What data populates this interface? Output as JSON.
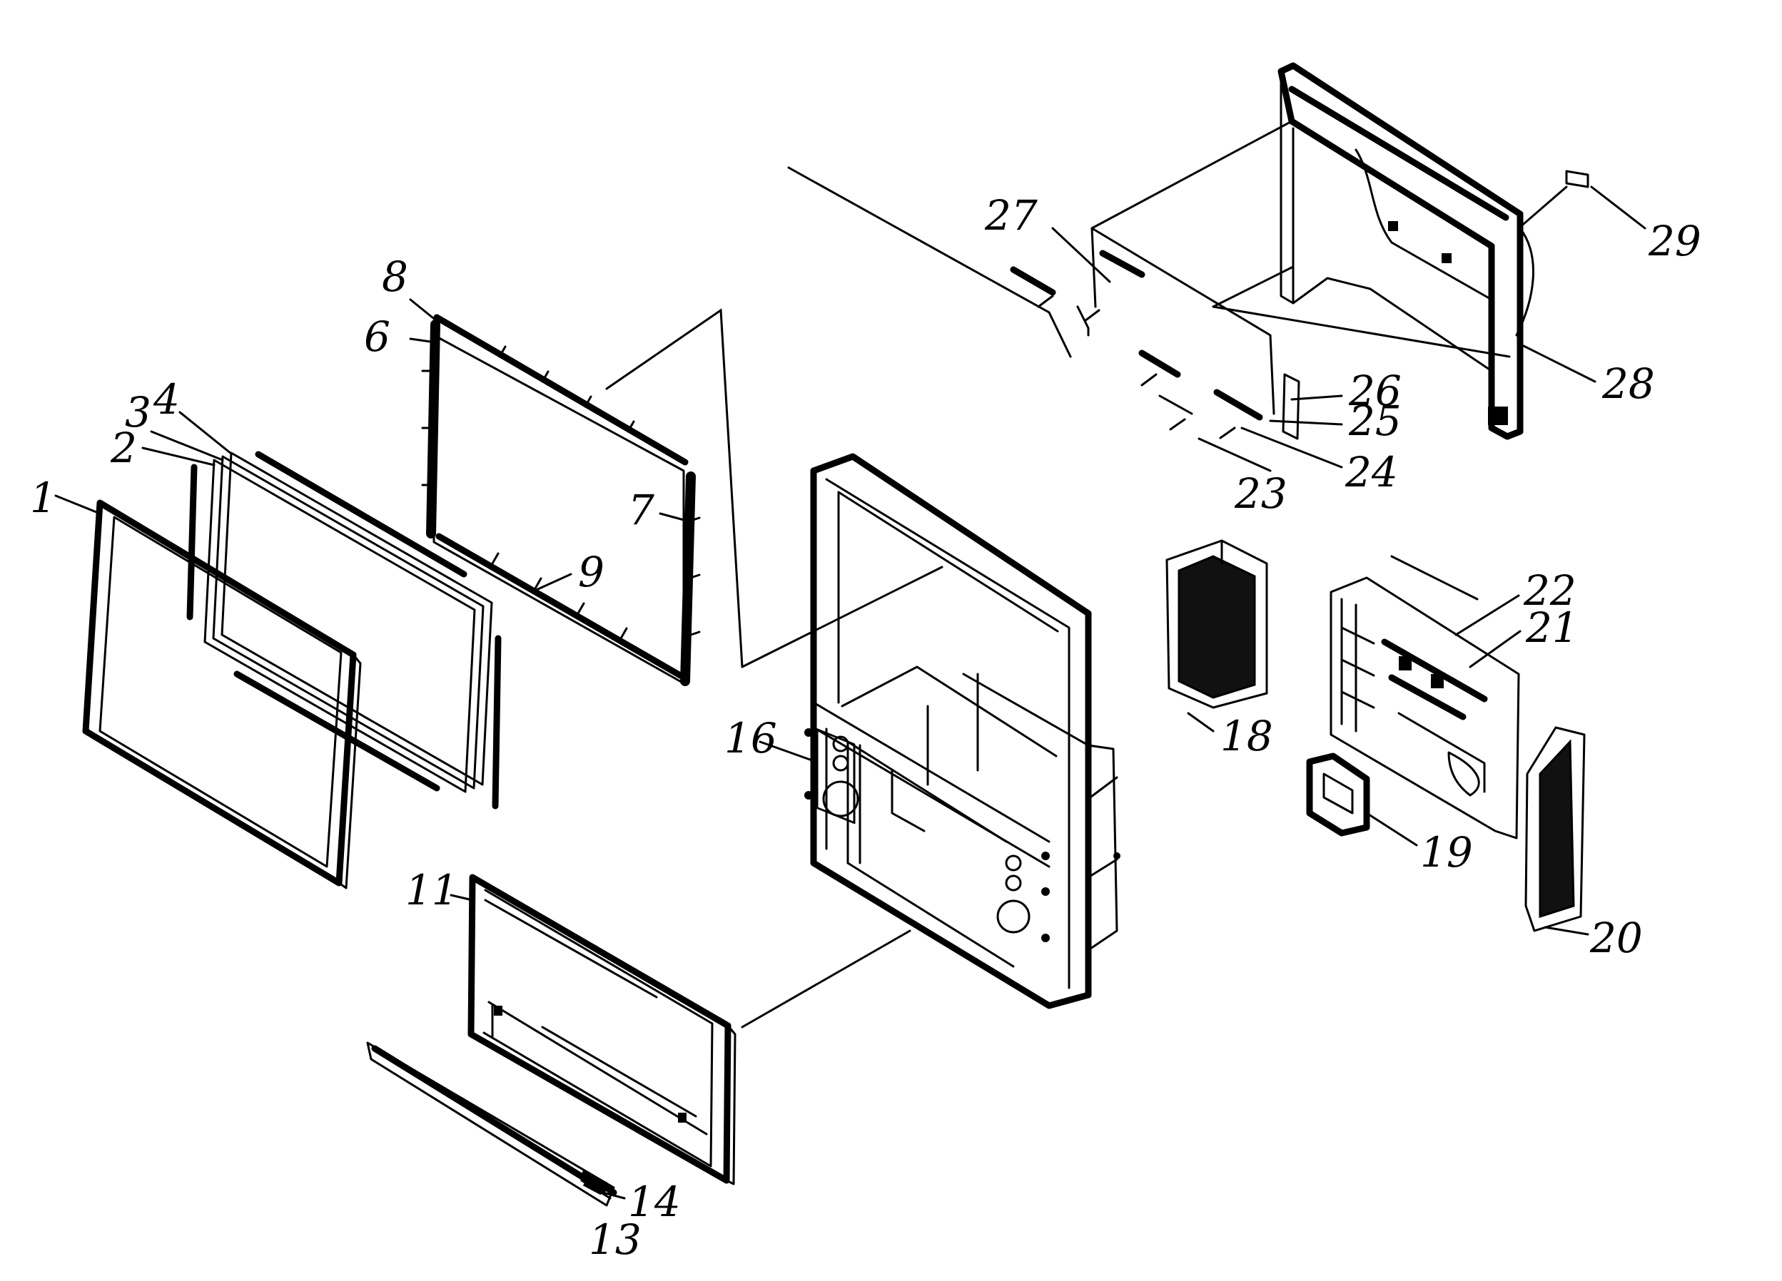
{
  "diagram": {
    "callouts": [
      {
        "id": "1",
        "label": "1"
      },
      {
        "id": "2",
        "label": "2"
      },
      {
        "id": "3",
        "label": "3"
      },
      {
        "id": "4",
        "label": "4"
      },
      {
        "id": "6",
        "label": "6"
      },
      {
        "id": "7",
        "label": "7"
      },
      {
        "id": "8",
        "label": "8"
      },
      {
        "id": "9",
        "label": "9"
      },
      {
        "id": "11",
        "label": "11"
      },
      {
        "id": "13",
        "label": "13"
      },
      {
        "id": "14",
        "label": "14"
      },
      {
        "id": "16",
        "label": "16"
      },
      {
        "id": "18",
        "label": "18"
      },
      {
        "id": "19",
        "label": "19"
      },
      {
        "id": "20",
        "label": "20"
      },
      {
        "id": "21",
        "label": "21"
      },
      {
        "id": "22",
        "label": "22"
      },
      {
        "id": "23",
        "label": "23"
      },
      {
        "id": "24",
        "label": "24"
      },
      {
        "id": "25",
        "label": "25"
      },
      {
        "id": "26",
        "label": "26"
      },
      {
        "id": "27",
        "label": "27"
      },
      {
        "id": "28",
        "label": "28"
      },
      {
        "id": "29",
        "label": "29"
      }
    ]
  }
}
